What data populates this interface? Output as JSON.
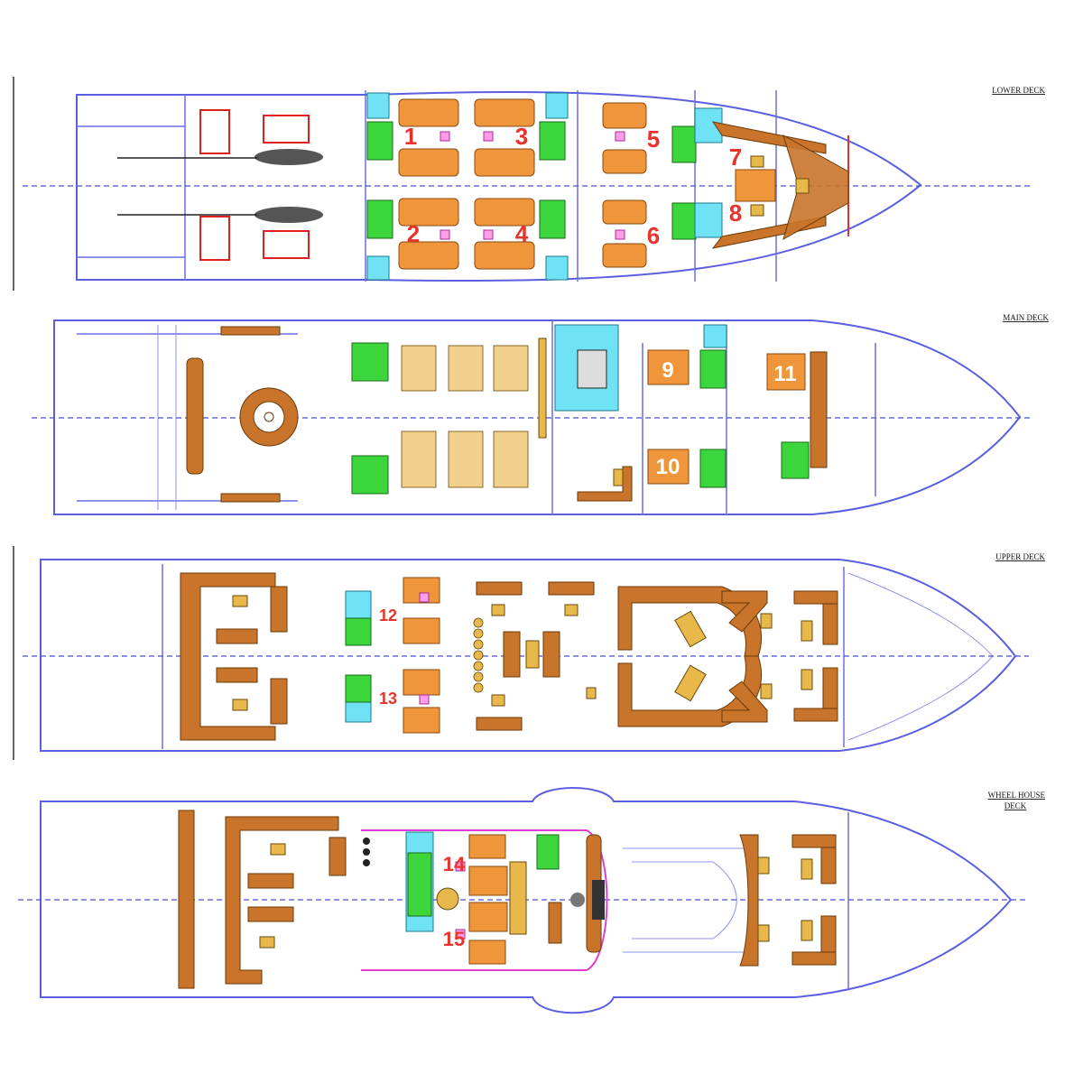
{
  "decks": [
    {
      "id": "lower",
      "label": "LOWER DECK",
      "cabins": [
        "1",
        "2",
        "3",
        "4",
        "5",
        "6",
        "7",
        "8"
      ]
    },
    {
      "id": "main",
      "label": "MAIN DECK",
      "cabins": [
        "9",
        "10",
        "11"
      ]
    },
    {
      "id": "upper",
      "label": "UPPER DECK",
      "cabins": [
        "12",
        "13"
      ]
    },
    {
      "id": "wheel",
      "label_line1": "WHEEL HOUSE",
      "label_line2": "DECK",
      "cabins": [
        "14",
        "15"
      ]
    }
  ],
  "colors": {
    "hull_outline": "#5a5fe0",
    "cabin_number": "#e8322c",
    "bed": "#f0963a",
    "bathroom": "#3cd63c",
    "shower": "#6fe3f5",
    "sofa": "#c8742a",
    "table": "#e8b84a"
  }
}
